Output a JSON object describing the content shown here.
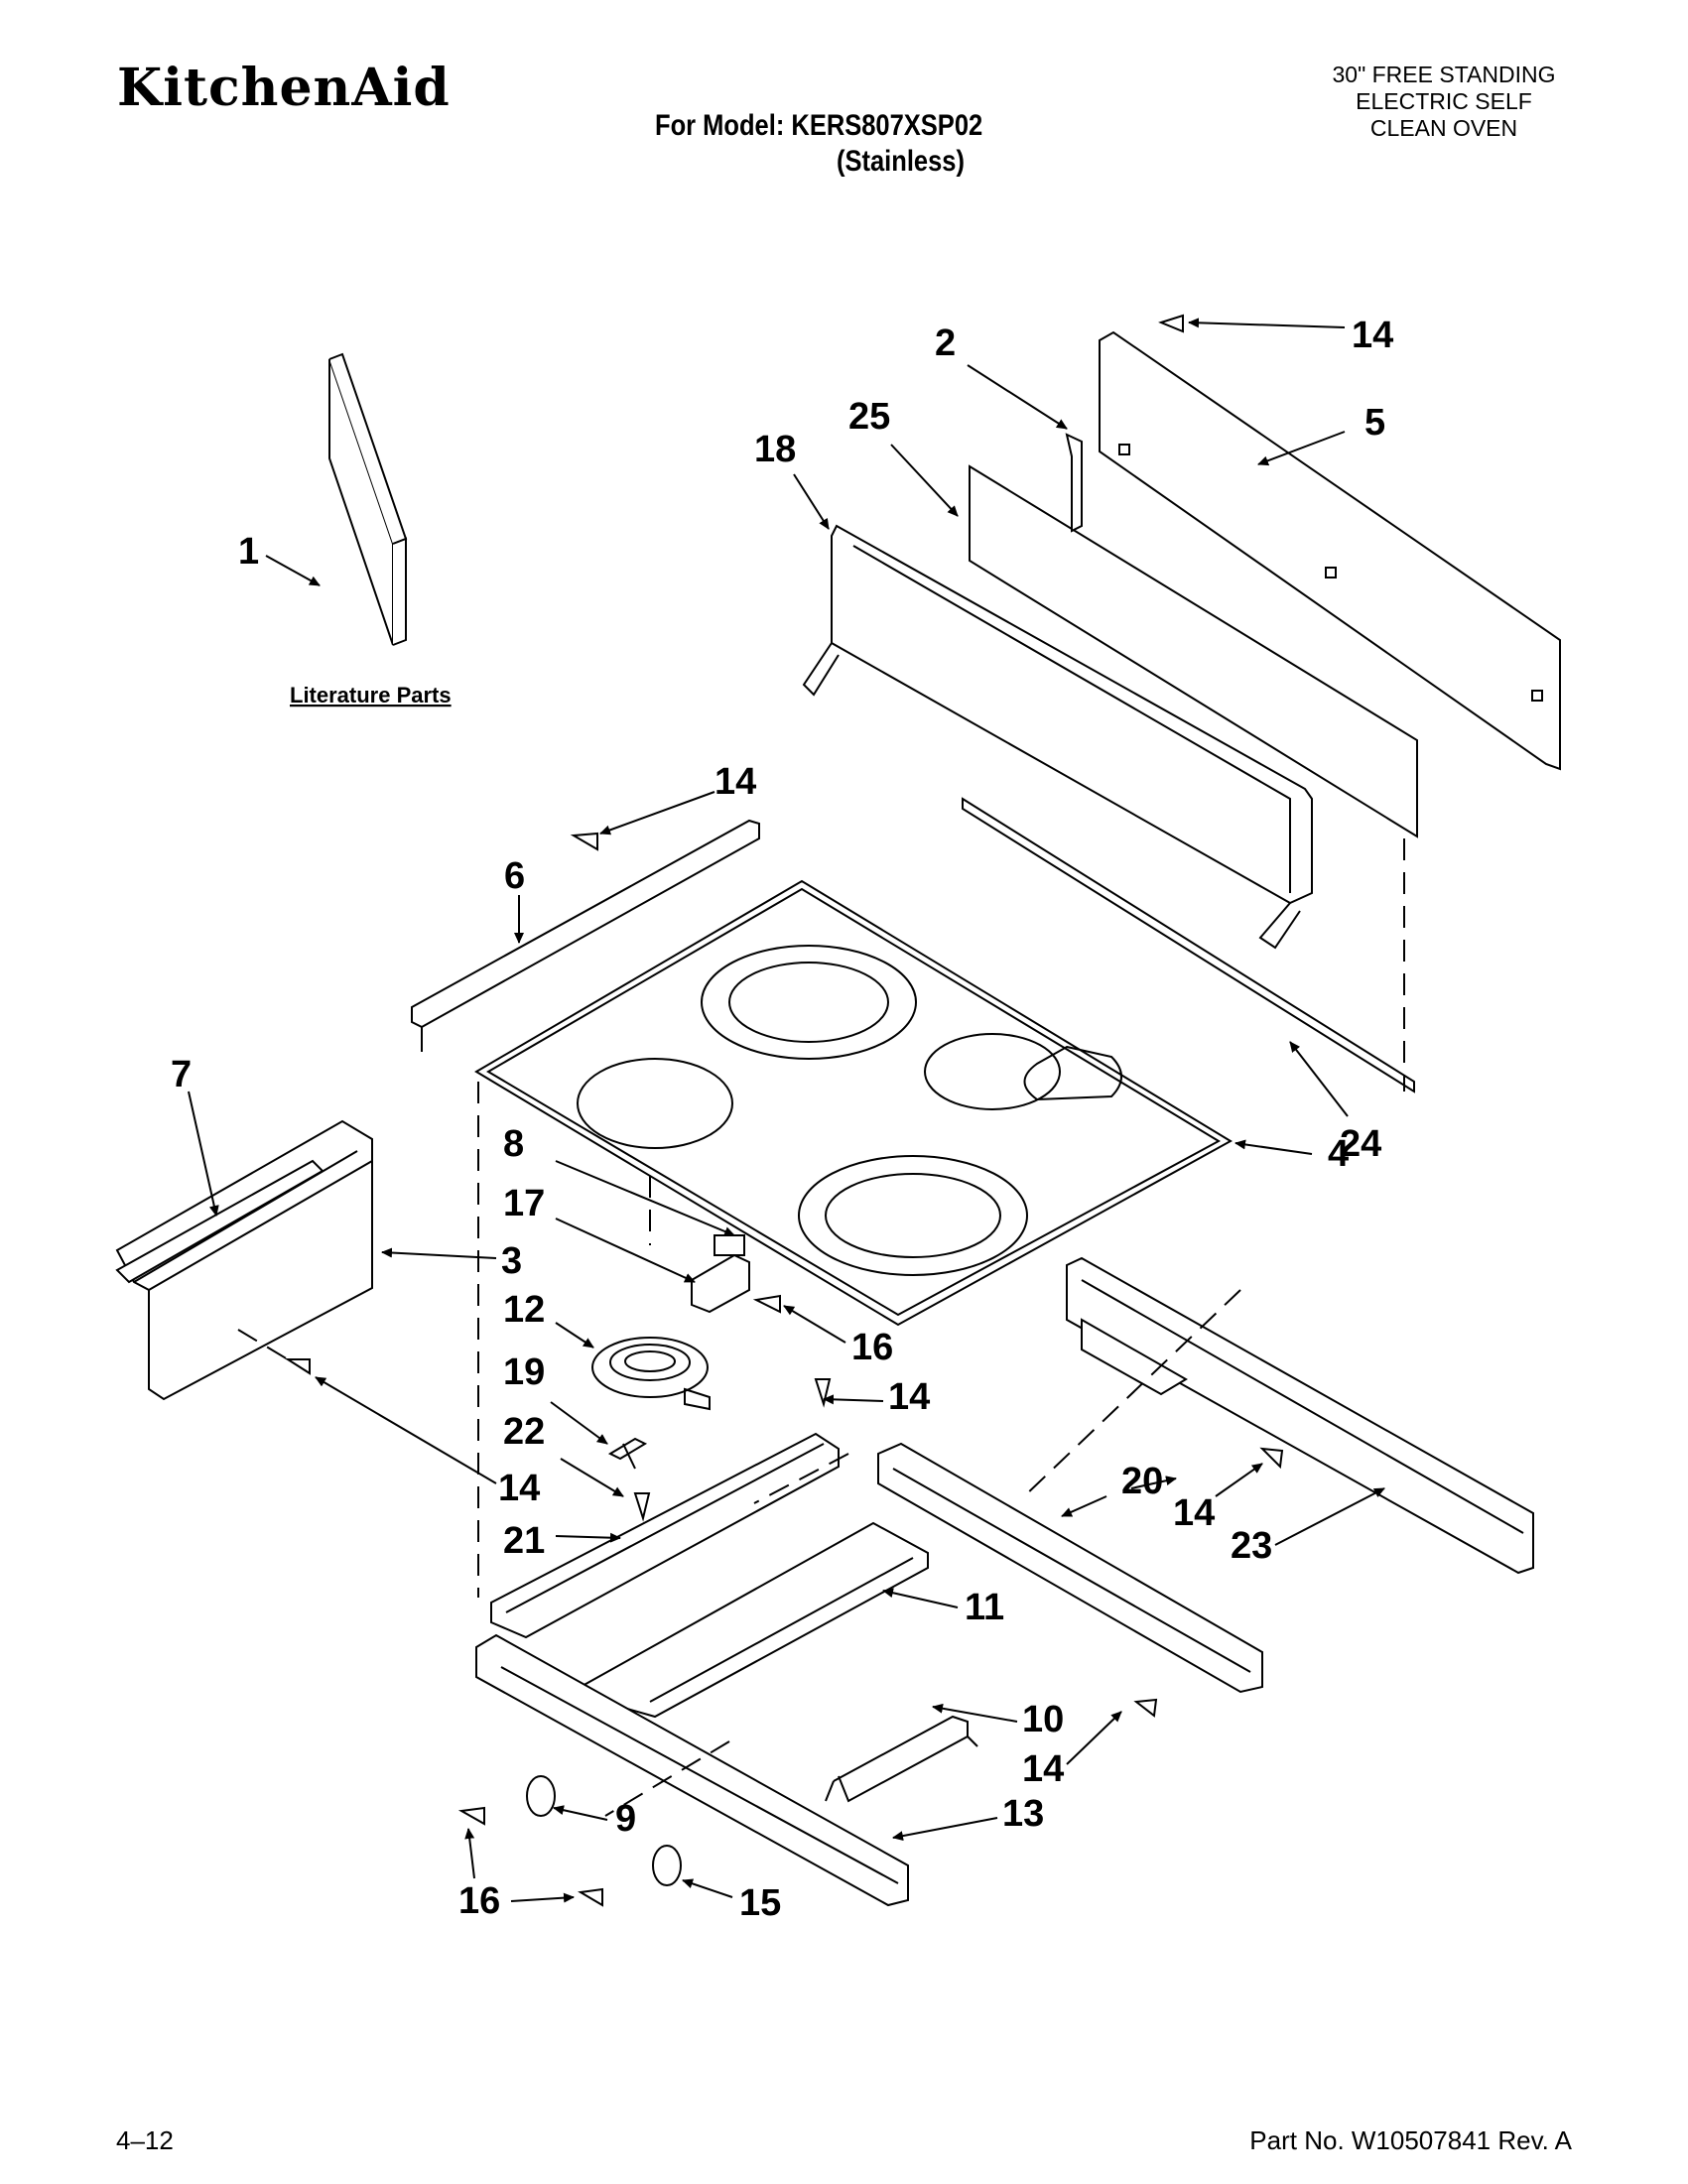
{
  "header": {
    "brand": "KitchenAid",
    "model_line": "For Model: KERS807XSP02",
    "finish_line": "(Stainless)",
    "description": [
      "30\" FREE STANDING",
      "ELECTRIC SELF",
      "CLEAN OVEN"
    ]
  },
  "literature_caption": "Literature Parts",
  "callouts": [
    "1",
    "2",
    "25",
    "18",
    "14",
    "5",
    "14",
    "6",
    "7",
    "24",
    "8",
    "4",
    "17",
    "3",
    "12",
    "16",
    "19",
    "14",
    "22",
    "14",
    "21",
    "20",
    "14",
    "23",
    "11",
    "10",
    "14",
    "9",
    "13",
    "16",
    "15"
  ],
  "footer": {
    "page": "4–12",
    "part_no": "Part No. W10507841 Rev. A"
  }
}
